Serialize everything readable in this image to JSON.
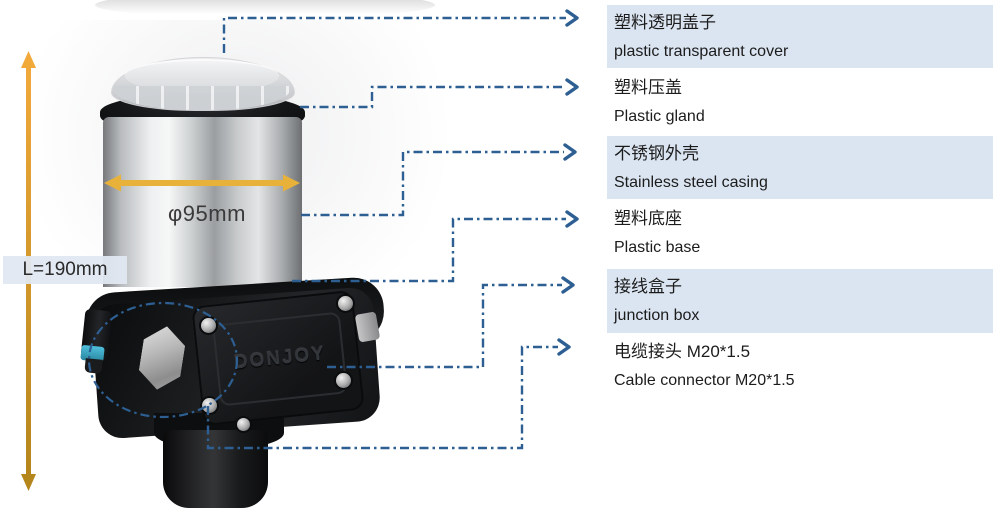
{
  "product": {
    "brand_embossed": "DONJOY"
  },
  "dimensions": {
    "diameter_label": "φ95mm",
    "length_label": "L=190mm"
  },
  "callouts": [
    {
      "zh": "塑料透明盖子",
      "en": "plastic transparent cover",
      "highlighted": true
    },
    {
      "zh": "塑料压盖",
      "en": "Plastic gland",
      "highlighted": false
    },
    {
      "zh": "不锈钢外壳",
      "en": "Stainless steel casing",
      "highlighted": true
    },
    {
      "zh": "塑料底座",
      "en": "Plastic base",
      "highlighted": false
    },
    {
      "zh": "接线盒子",
      "en": "junction box",
      "highlighted": true
    },
    {
      "zh": "电缆接头  M20*1.5",
      "en": "Cable connector M20*1.5",
      "highlighted": false
    }
  ],
  "colors": {
    "callout_line": "#2d5f92",
    "label_highlight_bg": "#dbe5f1",
    "dimension_arrow_horizontal": "#e8b23a",
    "dimension_arrow_vertical_top": "#f1a93a",
    "dimension_arrow_vertical_bottom": "#b5861c",
    "text": "#1f1f1f"
  }
}
